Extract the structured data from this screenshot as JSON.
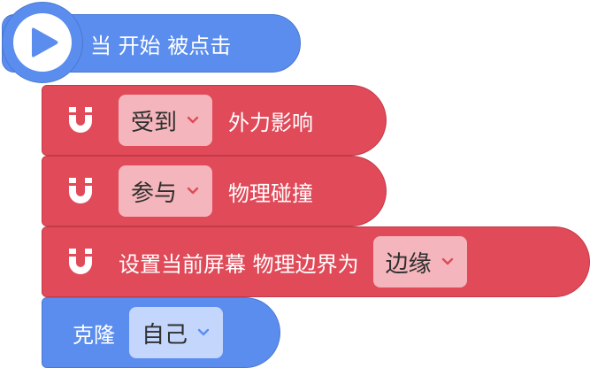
{
  "hat": {
    "label": "当 开始 被点击",
    "icon": "play-icon"
  },
  "blocks": [
    {
      "id": "receive-force",
      "dropdown": "受到",
      "text": "外力影响",
      "icon": "magnet-icon"
    },
    {
      "id": "collision",
      "dropdown": "参与",
      "text": "物理碰撞",
      "icon": "magnet-icon"
    },
    {
      "id": "boundary",
      "text": "设置当前屏幕 物理边界为",
      "dropdown": "边缘",
      "icon": "magnet-icon"
    }
  ],
  "clone": {
    "label": "克隆",
    "dropdown": "自己"
  },
  "colors": {
    "blue": "#5b8def",
    "red": "#e04a59"
  }
}
